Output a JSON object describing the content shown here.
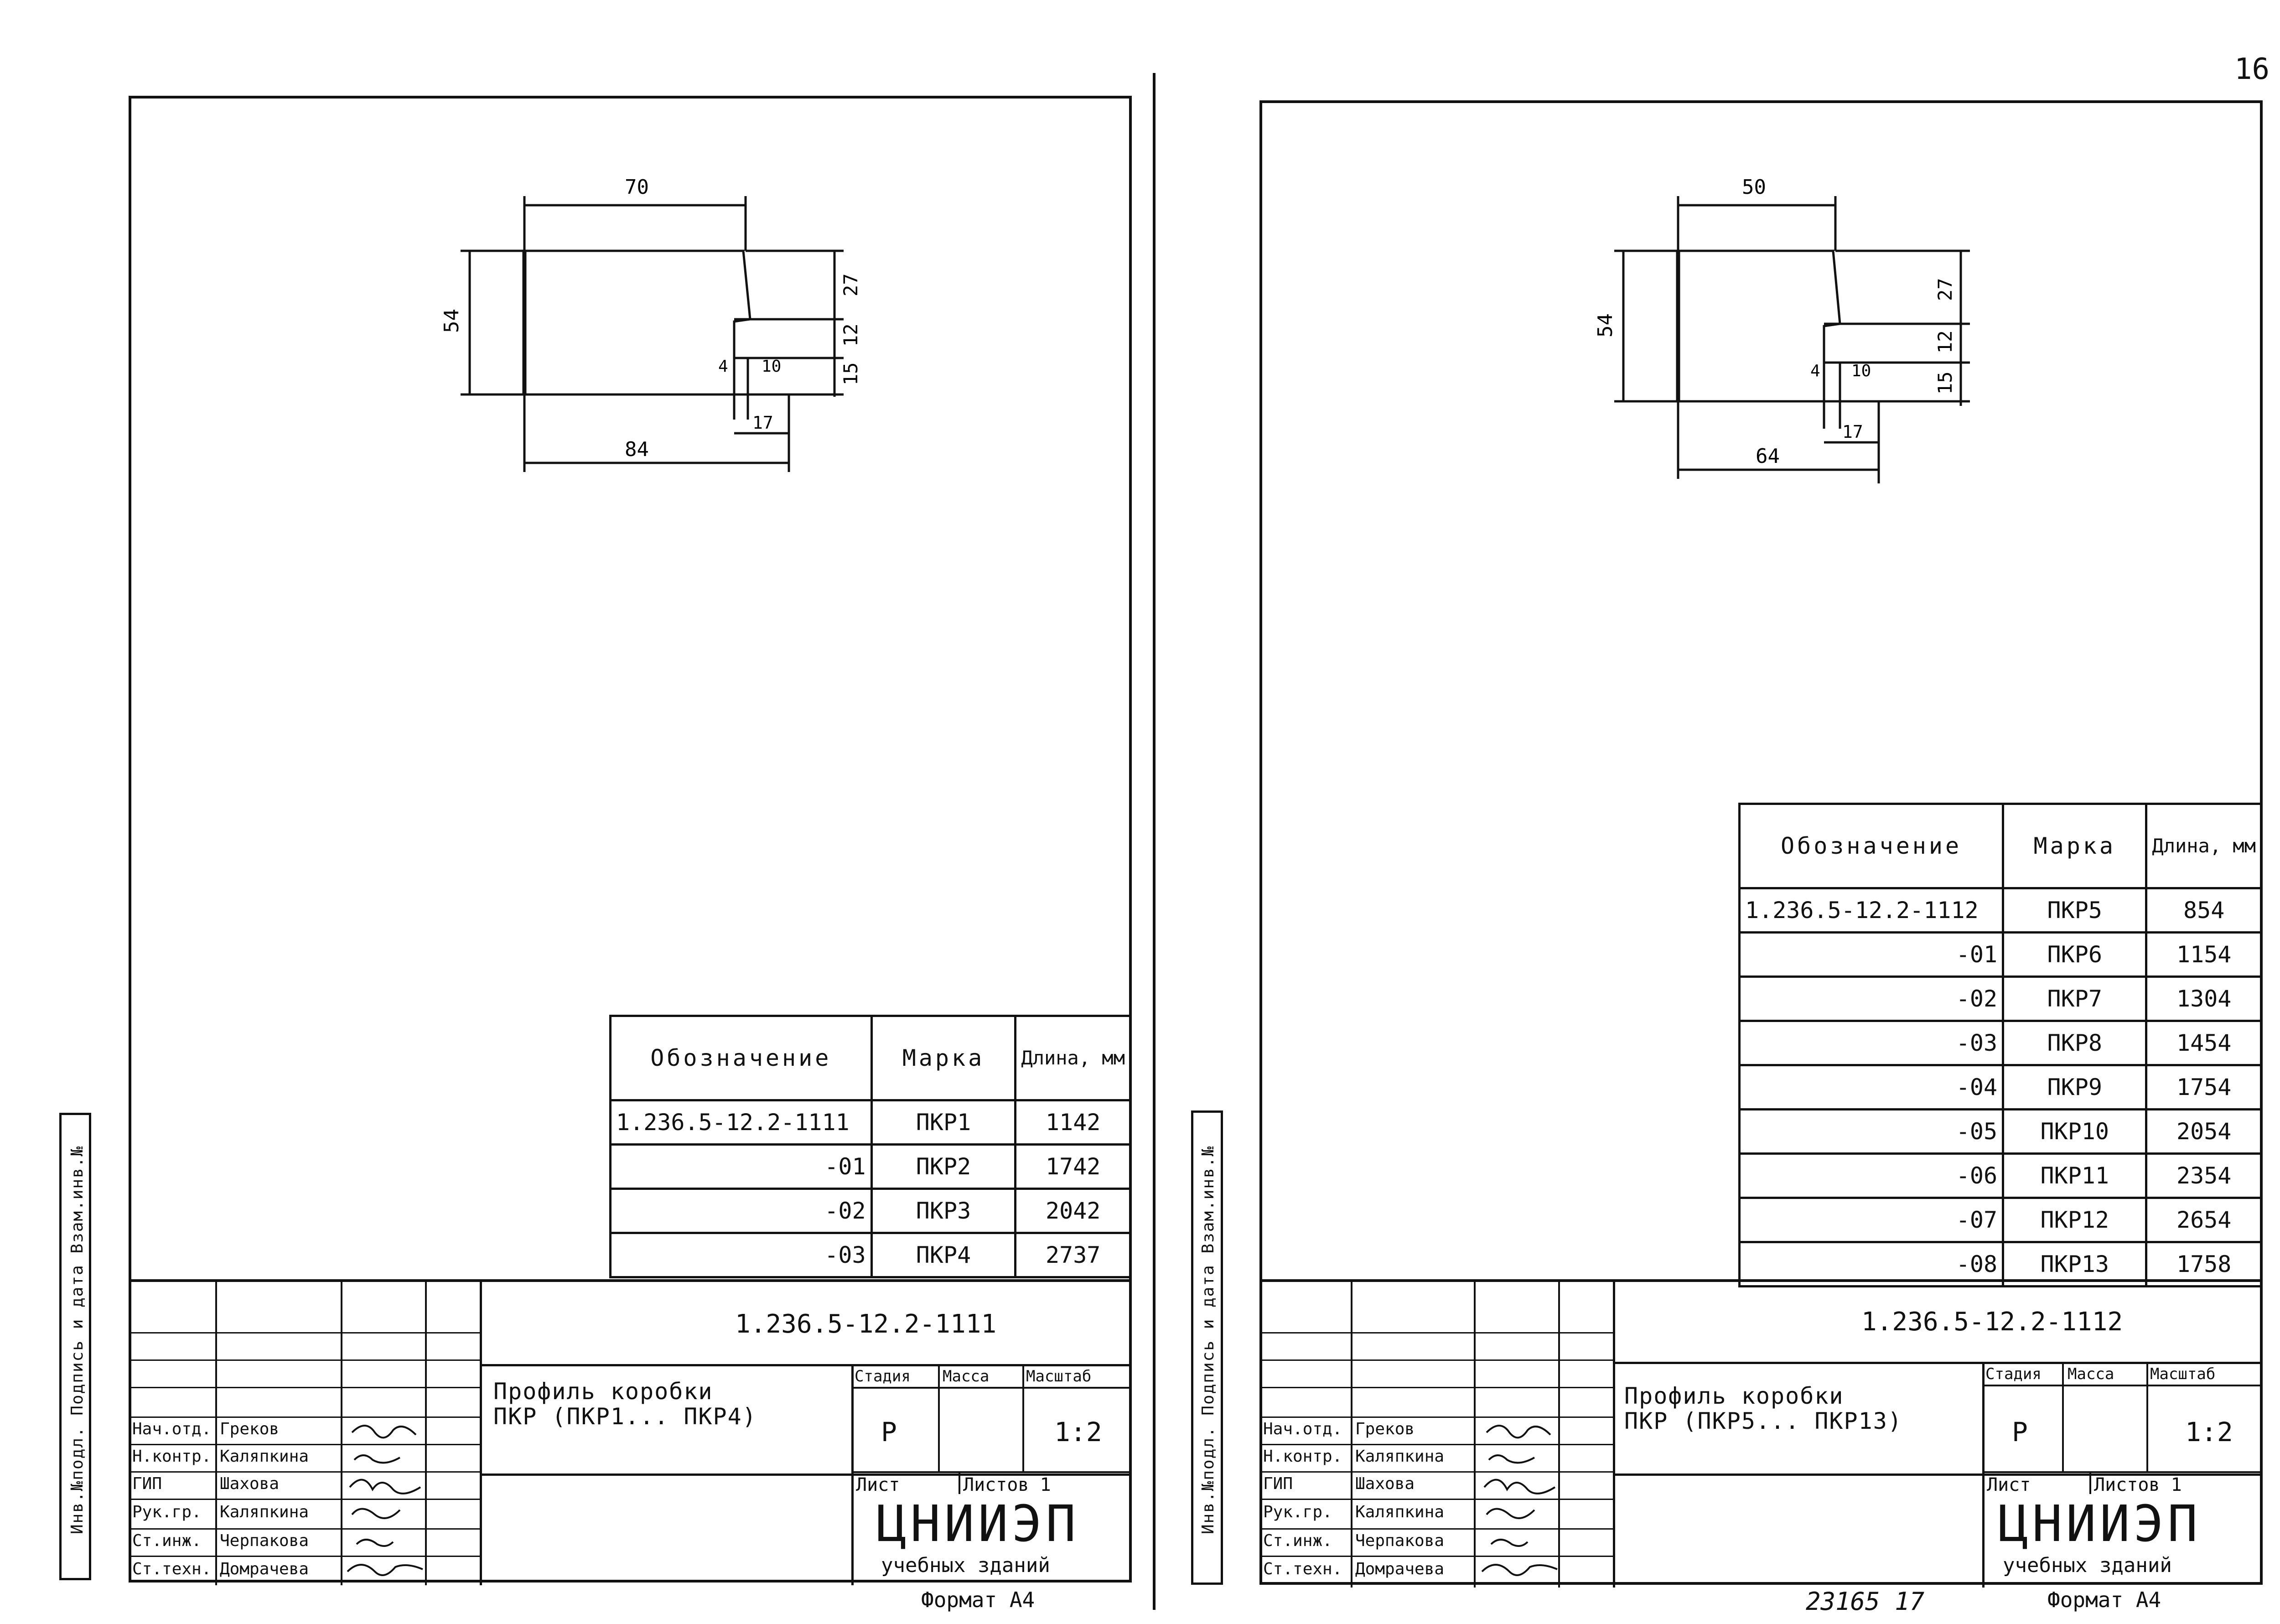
{
  "page_number": "16",
  "left_sheet": {
    "drawing": {
      "top_width": "70",
      "bottom_width": "84",
      "height": "54",
      "right_dims": [
        "27",
        "12",
        "15"
      ],
      "step_left": "4",
      "step_right": "10",
      "notch": "17"
    },
    "spec_table": {
      "headers": [
        "Обозначение",
        "Марка",
        "Длина, мм"
      ],
      "rows": [
        [
          "1.236.5-12.2-1111",
          "ПКР1",
          "1142"
        ],
        [
          "-01",
          "ПКР2",
          "1742"
        ],
        [
          "-02",
          "ПКР3",
          "2042"
        ],
        [
          "-03",
          "ПКР4",
          "2737"
        ]
      ]
    },
    "side_label": "Инв.№подл. Подпись и дата Взам.инв.№",
    "title_block": {
      "code": "1.236.5-12.2-1111",
      "title_line1": "Профиль коробки",
      "title_line2": "ПКР (ПКР1... ПКР4)",
      "stage_label": "Стадия",
      "mass_label": "Масса",
      "scale_label": "Масштаб",
      "stage": "Р",
      "scale": "1:2",
      "sheet_label": "Лист",
      "sheets_label": "Листов 1",
      "org_main": "ЦНИИЭП",
      "org_sub": "учебных зданий",
      "roles": [
        "Нач.отд.",
        "Н.контр.",
        "ГИП",
        "Рук.гр.",
        "Ст.инж.",
        "Ст.техн."
      ],
      "names": [
        "Греков",
        "Каляпкина",
        "Шахова",
        "Каляпкина",
        "Черпакова",
        "Домрачева"
      ]
    },
    "format": "Формат А4"
  },
  "right_sheet": {
    "drawing": {
      "top_width": "50",
      "bottom_width": "64",
      "height": "54",
      "right_dims": [
        "27",
        "12",
        "15"
      ],
      "step_left": "4",
      "step_right": "10",
      "notch": "17"
    },
    "spec_table": {
      "headers": [
        "Обозначение",
        "Марка",
        "Длина, мм"
      ],
      "rows": [
        [
          "1.236.5-12.2-1112",
          "ПКР5",
          "854"
        ],
        [
          "-01",
          "ПКР6",
          "1154"
        ],
        [
          "-02",
          "ПКР7",
          "1304"
        ],
        [
          "-03",
          "ПКР8",
          "1454"
        ],
        [
          "-04",
          "ПКР9",
          "1754"
        ],
        [
          "-05",
          "ПКР10",
          "2054"
        ],
        [
          "-06",
          "ПКР11",
          "2354"
        ],
        [
          "-07",
          "ПКР12",
          "2654"
        ],
        [
          "-08",
          "ПКР13",
          "1758"
        ]
      ]
    },
    "side_label": "Инв.№подл. Подпись и дата Взам.инв.№",
    "title_block": {
      "code": "1.236.5-12.2-1112",
      "title_line1": "Профиль коробки",
      "title_line2": "ПКР (ПКР5... ПКР13)",
      "stage_label": "Стадия",
      "mass_label": "Масса",
      "scale_label": "Масштаб",
      "stage": "Р",
      "scale": "1:2",
      "sheet_label": "Лист",
      "sheets_label": "Листов 1",
      "org_main": "ЦНИИЭП",
      "org_sub": "учебных зданий",
      "roles": [
        "Нач.отд.",
        "Н.контр.",
        "ГИП",
        "Рук.гр.",
        "Ст.инж.",
        "Ст.техн."
      ],
      "names": [
        "Греков",
        "Каляпкина",
        "Шахова",
        "Каляпкина",
        "Черпакова",
        "Домрачева"
      ]
    },
    "format": "Формат А4",
    "stamp": "23165 17"
  }
}
